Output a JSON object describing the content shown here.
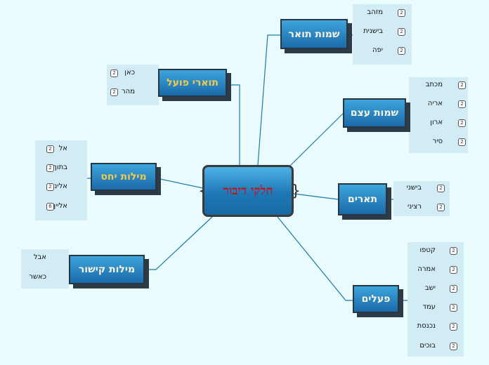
{
  "center": {
    "label": "חלקי דיבור"
  },
  "colors": {
    "line": "#1c7aa8",
    "center_text": "#c4141c",
    "node_text": "#f3ecd2",
    "gold_text": "#f2c94c",
    "pane": "#d2ecf6"
  },
  "branches": {
    "adjectives": {
      "label": "שמות תואר",
      "leaves": [
        {
          "text": "מזהב",
          "badge": "2"
        },
        {
          "text": "בישנית",
          "badge": "2"
        },
        {
          "text": "יפה",
          "badge": "2"
        }
      ]
    },
    "nouns": {
      "label": "שמות עצם",
      "leaves": [
        {
          "text": "מכתב",
          "badge": "2"
        },
        {
          "text": "אריה",
          "badge": "2"
        },
        {
          "text": "ארון",
          "badge": "2"
        },
        {
          "text": "סיר",
          "badge": "2"
        }
      ]
    },
    "descriptors": {
      "label": "תארים",
      "leaves": [
        {
          "text": "בישני",
          "badge": "2"
        },
        {
          "text": "רציני",
          "badge": "2"
        }
      ]
    },
    "verbs": {
      "label": "פעלים",
      "leaves": [
        {
          "text": "קטפו",
          "badge": "2"
        },
        {
          "text": "אמרה",
          "badge": "2"
        },
        {
          "text": "ישב",
          "badge": "2"
        },
        {
          "text": "עמד",
          "badge": "2"
        },
        {
          "text": "נכנסת",
          "badge": "2"
        },
        {
          "text": "בוכים",
          "badge": "2"
        }
      ]
    },
    "adverbs": {
      "label": "תוארי פועל",
      "leaves": [
        {
          "text": "כאן",
          "badge": "2"
        },
        {
          "text": "מהר",
          "badge": "2"
        }
      ]
    },
    "prepositions": {
      "label": "מילות יחס",
      "leaves": [
        {
          "text": "אל",
          "badge": "2"
        },
        {
          "text": "בתוך",
          "badge": "2"
        },
        {
          "text": "אלינו",
          "badge": "2"
        },
        {
          "text": "אלייך",
          "badge": "6"
        }
      ]
    },
    "conjunctions": {
      "label": "מילות קישור",
      "leaves": [
        {
          "text": "אבל"
        },
        {
          "text": "כאשר"
        }
      ]
    }
  }
}
